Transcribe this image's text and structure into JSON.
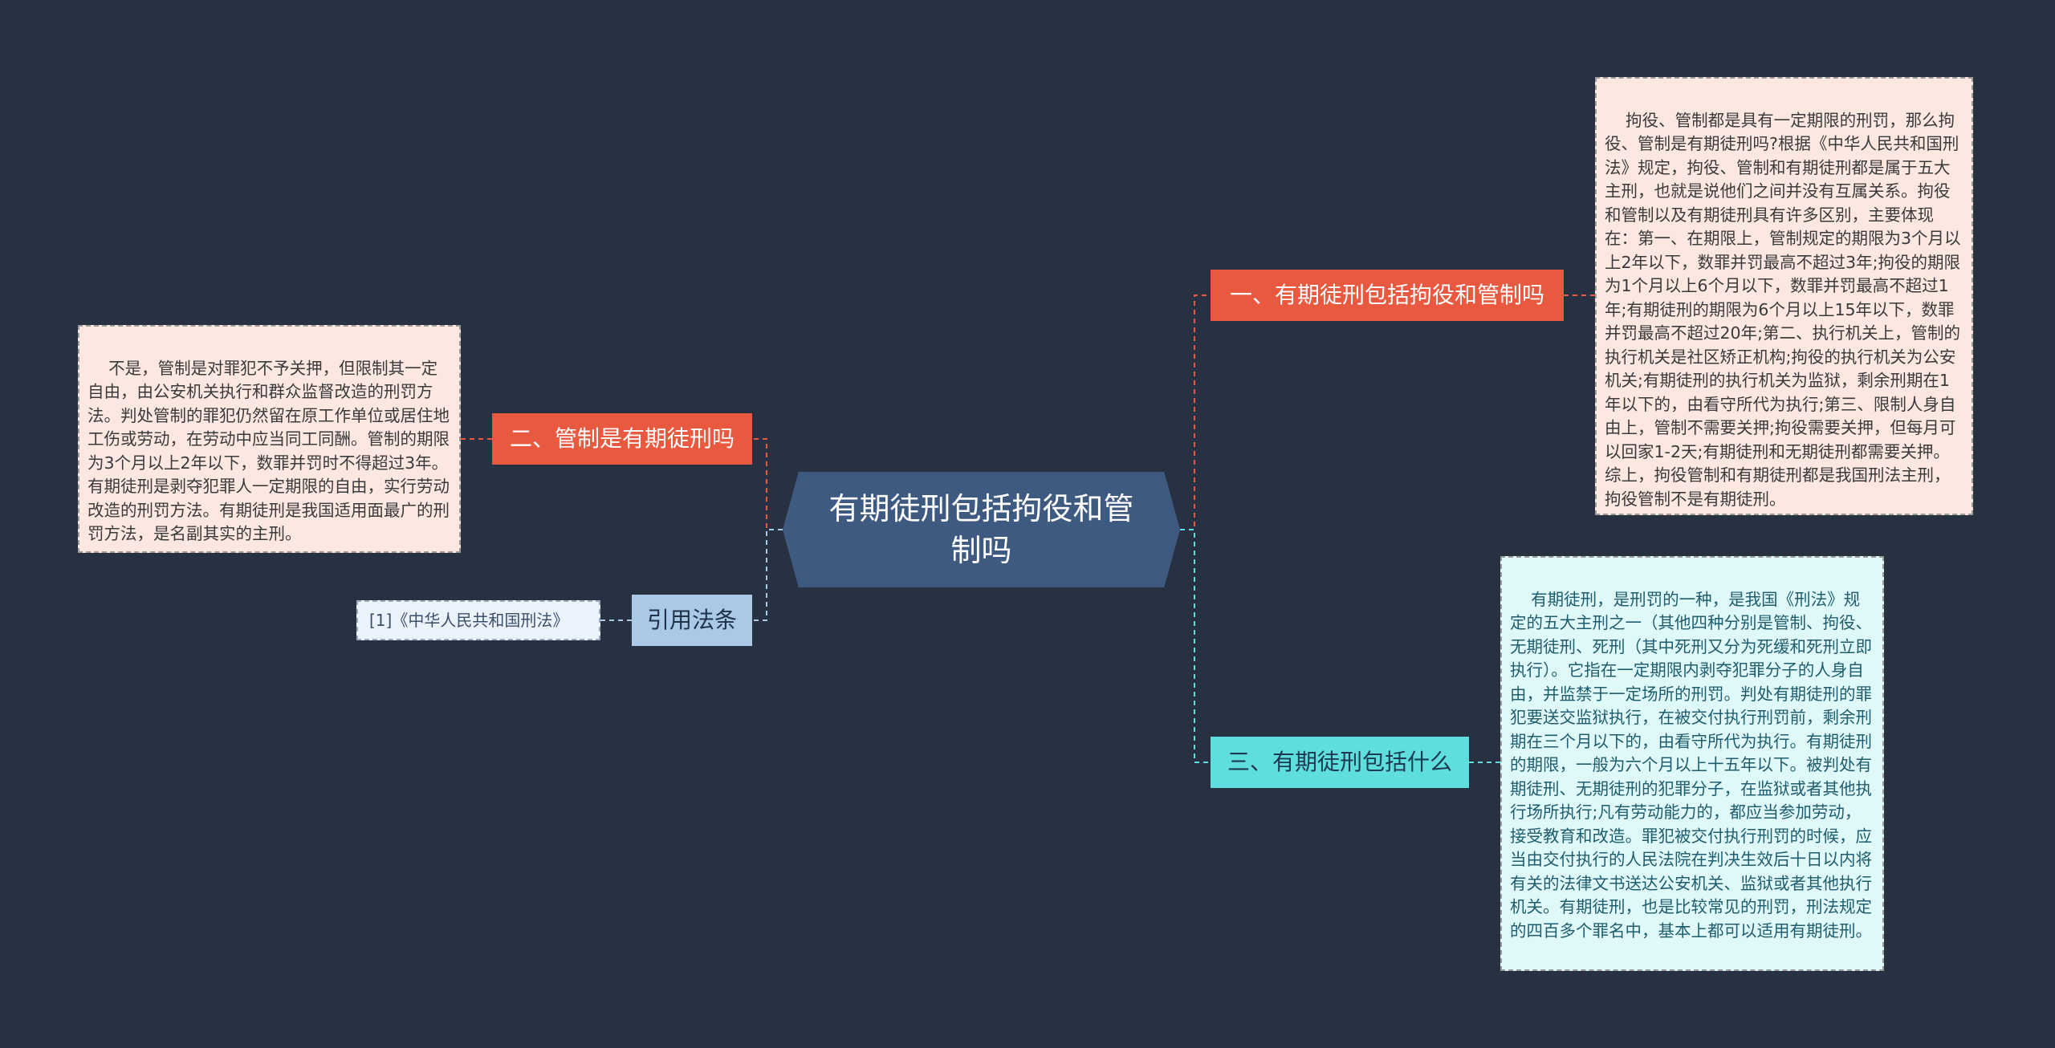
{
  "center": {
    "title": "有期徒刑包括拘役和管制吗"
  },
  "branches": {
    "b1": {
      "label": "一、有期徒刑包括拘役和管制吗",
      "color": "#e8593f"
    },
    "b2": {
      "label": "二、管制是有期徒刑吗",
      "color": "#e8593f"
    },
    "b3": {
      "label": "三、有期徒刑包括什么",
      "color": "#5fdede"
    },
    "b4": {
      "label": "引用法条",
      "color": "#a9c9e6"
    }
  },
  "leaves": {
    "l1": "拘役、管制都是具有一定期限的刑罚，那么拘役、管制是有期徒刑吗?根据《中华人民共和国刑法》规定，拘役、管制和有期徒刑都是属于五大主刑，也就是说他们之间并没有互属关系。拘役和管制以及有期徒刑具有许多区别，主要体现在：第一、在期限上，管制规定的期限为3个月以上2年以下，数罪并罚最高不超过3年;拘役的期限为1个月以上6个月以下，数罪并罚最高不超过1年;有期徒刑的期限为6个月以上15年以下，数罪并罚最高不超过20年;第二、执行机关上，管制的执行机关是社区矫正机构;拘役的执行机关为公安机关;有期徒刑的执行机关为监狱，剩余刑期在1年以下的，由看守所代为执行;第三、限制人身自由上，管制不需要关押;拘役需要关押，但每月可以回家1-2天;有期徒刑和无期徒刑都需要关押。综上，拘役管制和有期徒刑都是我国刑法主刑，拘役管制不是有期徒刑。",
    "l2": "不是，管制是对罪犯不予关押，但限制其一定自由，由公安机关执行和群众监督改造的刑罚方法。判处管制的罪犯仍然留在原工作单位或居住地工伤或劳动，在劳动中应当同工同酬。管制的期限为3个月以上2年以下，数罪并罚时不得超过3年。有期徒刑是剥夺犯罪人一定期限的自由，实行劳动改造的刑罚方法。有期徒刑是我国适用面最广的刑罚方法，是名副其实的主刑。",
    "l3": "有期徒刑，是刑罚的一种，是我国《刑法》规定的五大主刑之一（其他四种分别是管制、拘役、无期徒刑、死刑（其中死刑又分为死缓和死刑立即执行）。它指在一定期限内剥夺犯罪分子的人身自由，并监禁于一定场所的刑罚。判处有期徒刑的罪犯要送交监狱执行，在被交付执行刑罚前，剩余刑期在三个月以下的，由看守所代为执行。有期徒刑的期限，一般为六个月以上十五年以下。被判处有期徒刑、无期徒刑的犯罪分子，在监狱或者其他执行场所执行;凡有劳动能力的，都应当参加劳动，接受教育和改造。罪犯被交付执行刑罚的时候，应当由交付执行的人民法院在判决生效后十日以内将有关的法律文书送达公安机关、监狱或者其他执行机关。有期徒刑，也是比较常见的刑罚，刑法规定的四百多个罪名中，基本上都可以适用有期徒刑。",
    "l4": "[1]《中华人民共和国刑法》"
  },
  "colors": {
    "background": "#273142",
    "center": "#3f5a80",
    "red": "#e8593f",
    "cyan": "#5fdede",
    "blue": "#a9c9e6",
    "leaf_pink": "#fde7e1",
    "leaf_cyan": "#dff9f9"
  }
}
